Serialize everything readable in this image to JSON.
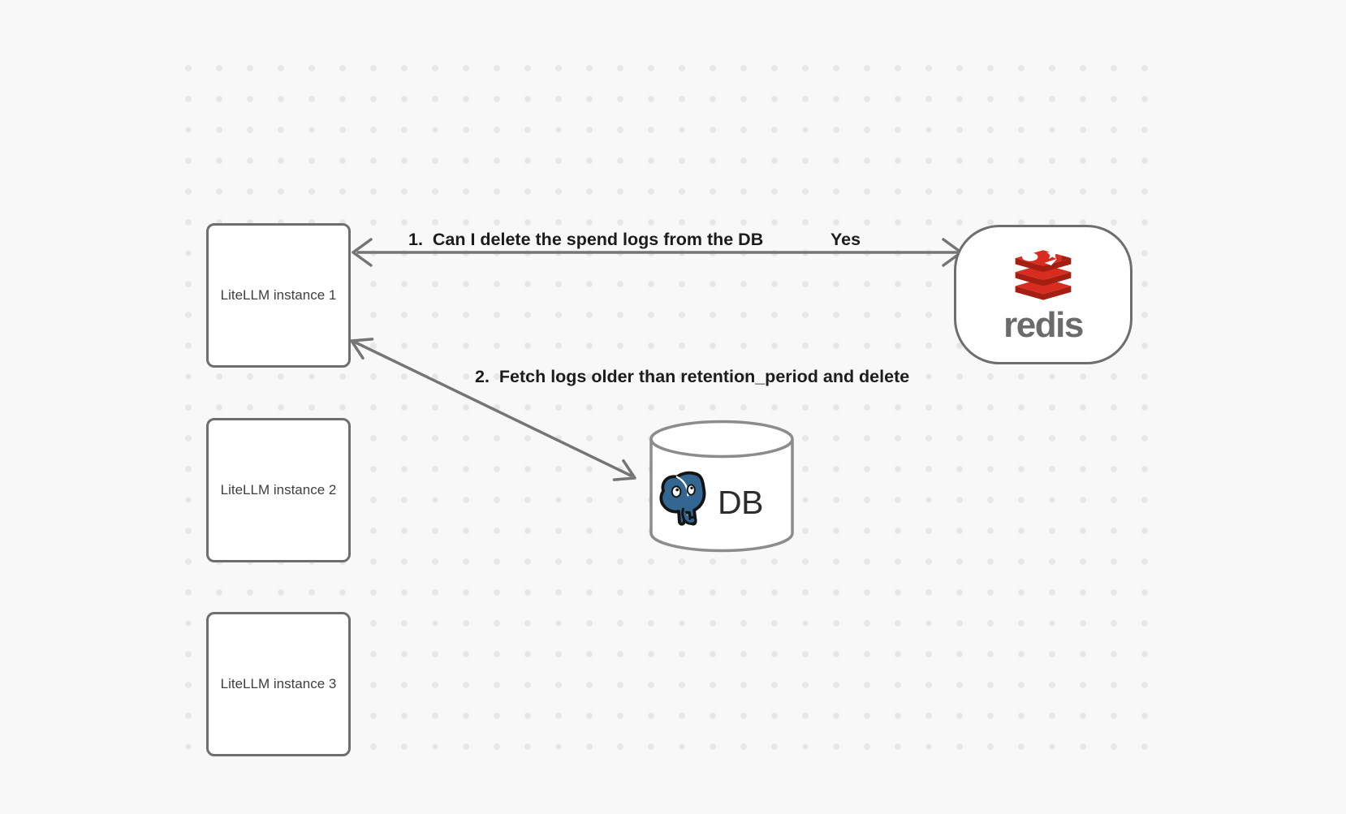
{
  "nodes": {
    "instances": [
      {
        "label": "LiteLLM instance 1"
      },
      {
        "label": "LiteLLM instance 2"
      },
      {
        "label": "LiteLLM instance 3"
      }
    ],
    "redis": {
      "label": "redis",
      "icon": "redis-logo"
    },
    "db": {
      "label": "DB",
      "icon": "postgresql-elephant",
      "shape": "database-cylinder"
    }
  },
  "edges": [
    {
      "from": "LiteLLM instance 1",
      "to": "redis",
      "direction": "bidirectional",
      "label": "1.  Can I delete the spend logs from the DB",
      "reply": "Yes"
    },
    {
      "from": "LiteLLM instance 1",
      "to": "DB",
      "direction": "bidirectional",
      "label": "2.  Fetch logs older than retention_period and delete"
    }
  ],
  "colors": {
    "background": "#f8f8f8",
    "dot_grid": "#e7e7e7",
    "node_border": "#6e6e6e",
    "arrow": "#757575",
    "label_text": "#1c1c1c",
    "redis_red": "#d82c20",
    "redis_dark_red": "#a41e11",
    "redis_wordmark": "#6b6b6b",
    "postgres_blue": "#336791"
  }
}
